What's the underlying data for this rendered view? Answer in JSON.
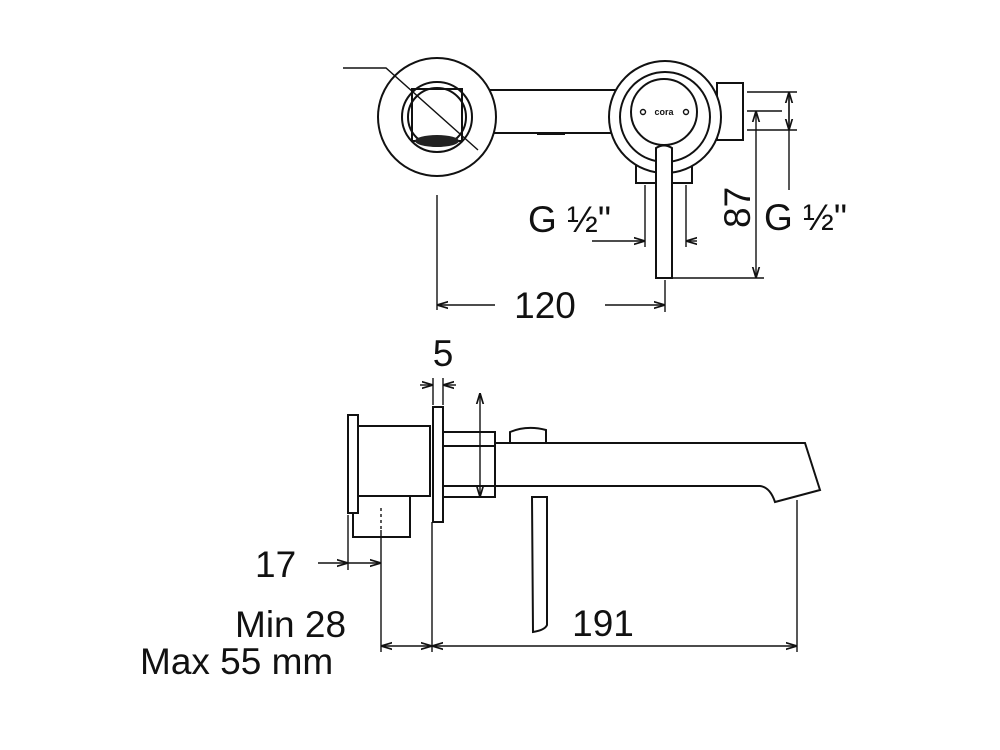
{
  "drawing": {
    "top_view": {
      "logo": "cora",
      "thread_left": "G ½\"",
      "height_dim": "87",
      "thread_right": "G ½\"",
      "width_dim": "120"
    },
    "side_view": {
      "plate_dim": "5",
      "offset_dim": "17",
      "min_depth": "Min 28",
      "max_depth": "Max 55 mm",
      "spout_length": "191"
    }
  }
}
